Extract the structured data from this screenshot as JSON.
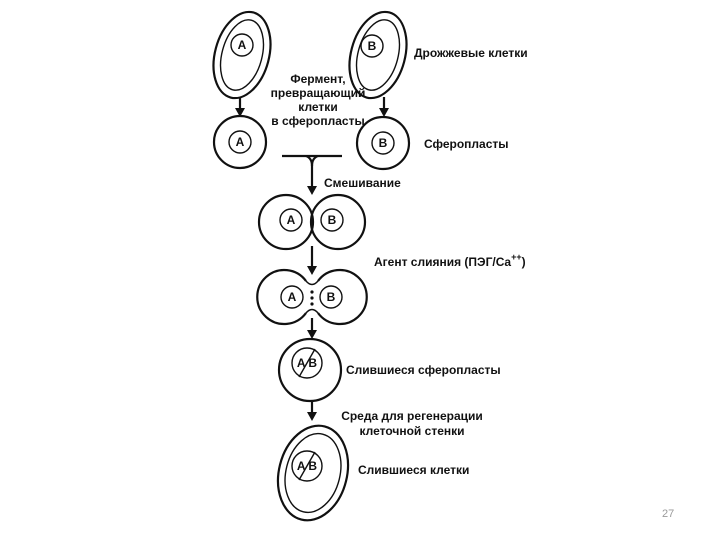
{
  "labels": {
    "yeast_cells": "Дрожжевые клетки",
    "enzyme_line1": "Фермент,",
    "enzyme_line2": "превращающий",
    "enzyme_line3": "клетки",
    "enzyme_line4": "в сферопласты",
    "spheroplasts": "Сферопласты",
    "mixing": "Смешивание",
    "fusion_agent": "Агент слияния (ПЭГ/Ca",
    "fusion_agent_sup": "++",
    "fusion_agent_close": ")",
    "fused_spheroplasts": "Слившиеся сферопласты",
    "regen_line1": "Среда для регенерации",
    "regen_line2": "клеточной стенки",
    "fused_cells": "Слившиеся клетки"
  },
  "cell_letters": {
    "a": "A",
    "b": "B",
    "ab": "A B"
  },
  "page_number": "27"
}
